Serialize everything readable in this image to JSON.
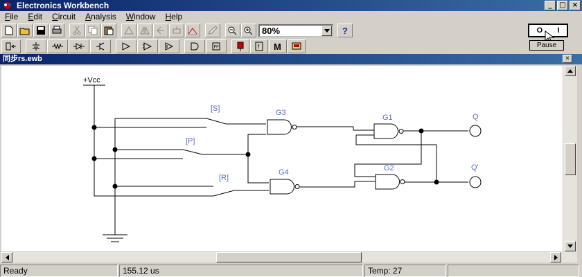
{
  "window": {
    "title": "Electronics Workbench",
    "min": "_",
    "max": "□",
    "close": "×"
  },
  "menu": [
    "File",
    "Edit",
    "Circuit",
    "Analysis",
    "Window",
    "Help"
  ],
  "toolbar": {
    "zoom_value": "80%"
  },
  "simulate": {
    "power_off": "O",
    "power_on": "I",
    "pause_label": "Pause"
  },
  "document": {
    "title": "同步rs.ewb",
    "close": "×"
  },
  "circuit": {
    "vcc_label": "+Vcc",
    "switch_labels": [
      "[S]",
      "[P]",
      "[R]"
    ],
    "gate_labels": [
      "G3",
      "G1",
      "G4",
      "G2"
    ],
    "output_labels": [
      "Q",
      "Q'"
    ]
  },
  "status": {
    "state": "Ready",
    "time": "155.12 us",
    "temp": "Temp:  27"
  },
  "colors": {
    "title_bar": "#0a246a",
    "circuit_label": "#5a6bc8",
    "canvas": "#ffffff"
  }
}
